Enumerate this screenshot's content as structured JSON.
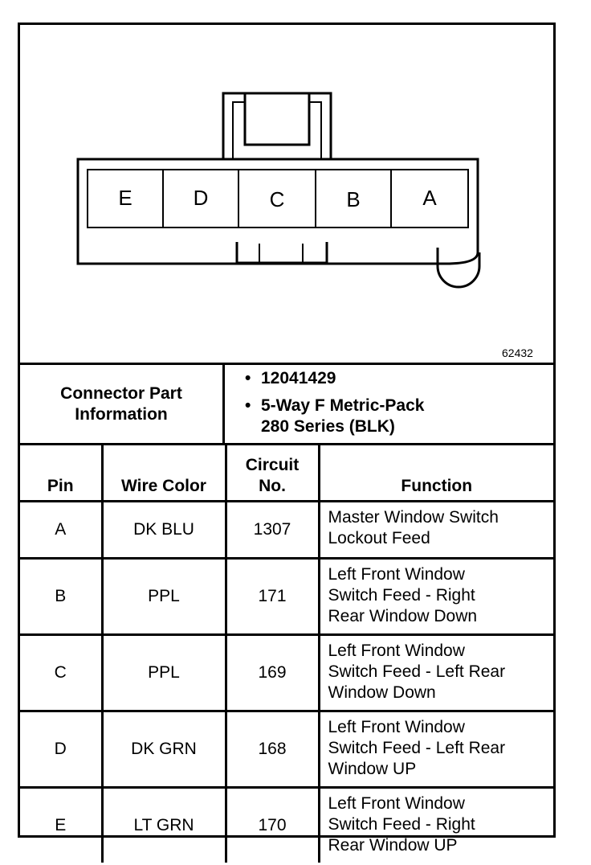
{
  "connector": {
    "pin_letters": [
      "E",
      "D",
      "C",
      "B",
      "A"
    ],
    "figure_id": "62432"
  },
  "info": {
    "label_line1": "Connector Part",
    "label_line2": "Information",
    "bullets": [
      {
        "bullet": "•",
        "line1": "12041429",
        "line2": ""
      },
      {
        "bullet": "•",
        "line1": "5-Way F Metric-Pack",
        "line2": "280 Series (BLK)"
      }
    ]
  },
  "table": {
    "headers": {
      "pin": "Pin",
      "wire_color": "Wire Color",
      "circuit_line1": "Circuit",
      "circuit_line2": "No.",
      "function": "Function"
    },
    "rows": [
      {
        "pin": "A",
        "wire_color": "DK BLU",
        "circuit": "1307",
        "function": [
          "Master Window Switch",
          "Lockout Feed"
        ]
      },
      {
        "pin": "B",
        "wire_color": "PPL",
        "circuit": "171",
        "function": [
          "Left Front Window",
          "Switch Feed - Right",
          "Rear Window Down"
        ]
      },
      {
        "pin": "C",
        "wire_color": "PPL",
        "circuit": "169",
        "function": [
          "Left Front Window",
          "Switch Feed - Left Rear",
          "Window Down"
        ]
      },
      {
        "pin": "D",
        "wire_color": "DK GRN",
        "circuit": "168",
        "function": [
          "Left Front Window",
          "Switch Feed - Left Rear",
          "Window UP"
        ]
      },
      {
        "pin": "E",
        "wire_color": "LT GRN",
        "circuit": "170",
        "function": [
          "Left Front Window",
          "Switch Feed - Right",
          "Rear Window UP"
        ]
      }
    ]
  }
}
